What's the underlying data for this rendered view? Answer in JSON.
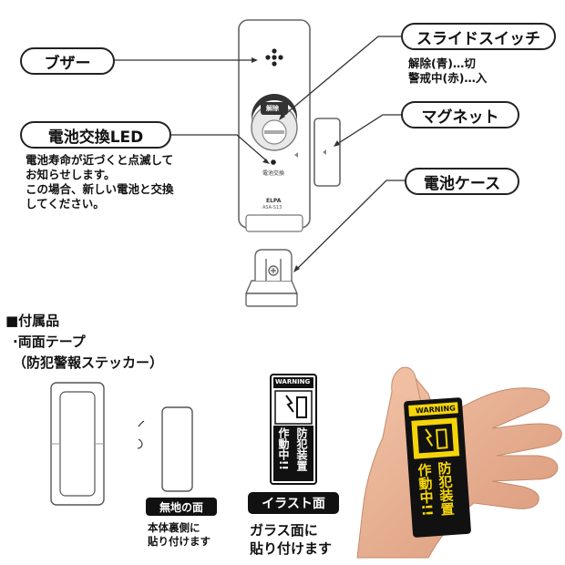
{
  "labels": {
    "buzzer": "ブザー",
    "slide_switch": "スライドスイッチ",
    "battery_led": "電池交換LED",
    "magnet": "マグネット",
    "battery_case": "電池ケース"
  },
  "notes": {
    "slide_switch_release": "解除(青)…切",
    "slide_switch_alarm": "警戒中(赤)…入",
    "battery_led_desc": "電池寿命が近づくと点滅して\nお知らせします。\nこの場合、新しい電池と交換\nしてください。"
  },
  "device": {
    "switch_label": "解除",
    "led_caption": "電池交換",
    "brand": "ELPA",
    "model": "ASA-S13"
  },
  "accessories": {
    "heading": "■付属品",
    "item1": "·両面テープ",
    "item2": "（防犯警報ステッカー）",
    "plain_side_tag": "無地の面",
    "plain_side_desc": "本体裏側に\n貼り付けます",
    "illust_side_tag": "イラスト面",
    "illust_side_desc": "ガラス面に\n貼り付けます"
  },
  "sticker": {
    "warning": "WARNING",
    "left_col": "作動中!!",
    "right_col": "防犯装置"
  },
  "colors": {
    "sticker_yellow": "#f5d50a",
    "sticker_black": "#111111"
  }
}
